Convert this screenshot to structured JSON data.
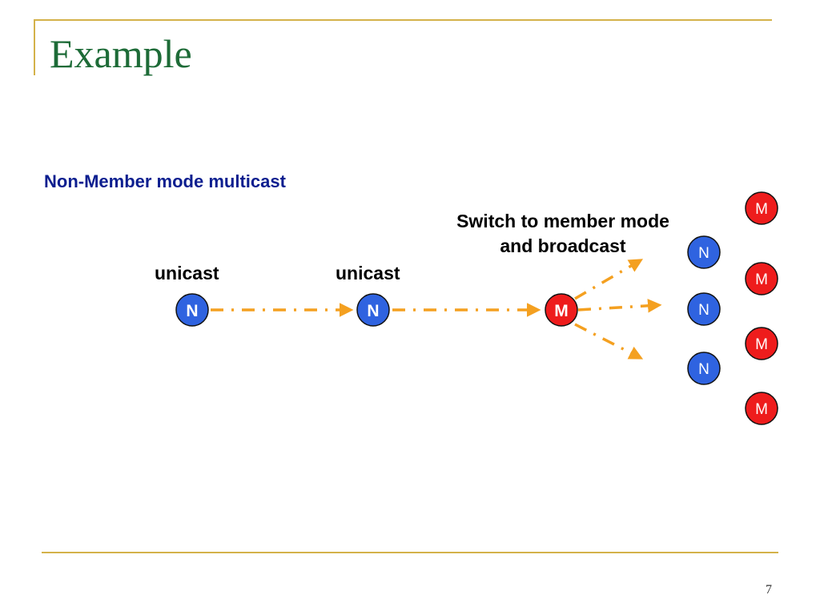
{
  "slide": {
    "title": "Example",
    "subtitle": "Non-Member mode multicast",
    "page_number": "7"
  },
  "labels": {
    "unicast_1": "unicast",
    "unicast_2": "unicast",
    "switch_line1": "Switch to member mode",
    "switch_line2": "and broadcast"
  },
  "colors": {
    "frame": "#d4b24a",
    "title": "#1d6b37",
    "subtitle": "#0b1e8f",
    "arrow": "#f4a020",
    "member_fill": "#ee1c1c",
    "nonmember_fill": "#2f63e0",
    "node_stroke": "#111111"
  },
  "nodes": {
    "n1": "N",
    "n2": "N",
    "m_switch": "M",
    "right_n1": "N",
    "right_n2": "N",
    "right_n3": "N",
    "right_m1": "M",
    "right_m2": "M",
    "right_m3": "M",
    "right_m4": "M"
  }
}
